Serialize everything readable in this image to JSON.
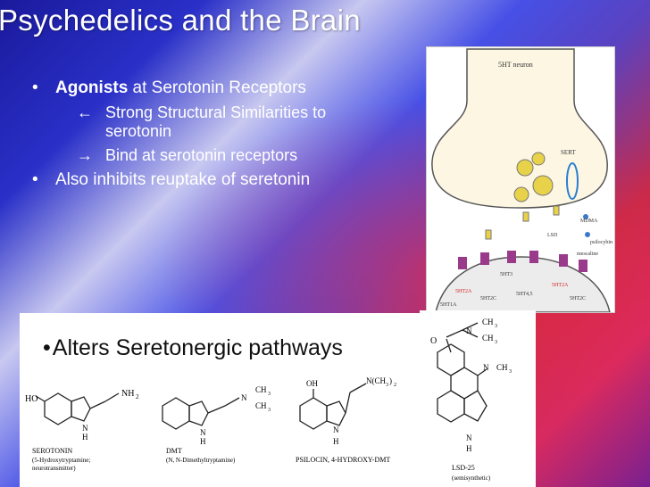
{
  "title": "Psychedelics and the Brain",
  "bullets": {
    "b1_bold": "Agonists",
    "b1_rest": " at Serotonin Receptors",
    "sub1_arrow": "←",
    "sub1": "Strong Structural Similarities to serotonin",
    "sub2_arrow": "→",
    "sub2": "Bind at serotonin receptors",
    "b2": "Also inhibits reuptake of seretonin"
  },
  "panel_bullet": "Alters Seretonergic pathways",
  "synapse_figure": {
    "neuron": "5HT neuron",
    "sert": "SERT",
    "mdma": "MDMA",
    "lsd": "LSD",
    "psilocybin": "psilocybin",
    "mescaline": "mescaline",
    "r_5ht3": "5HT3",
    "r_5ht2a_left": "5HT2A",
    "r_5ht2a_right": "5HT2A",
    "r_5ht2c_left": "5HT2C",
    "r_5ht45": "5HT4,5",
    "r_5ht2c_right": "5HT2C",
    "r_5ht1a": "5HT1A"
  },
  "molecules": {
    "serotonin": {
      "name": "SEROTONIN",
      "sub1": "(5-Hydroxytryptamine;",
      "sub2": "neurotransmitter)",
      "ho": "HO",
      "nh2": "NH",
      "nh2sub": "2",
      "n": "N",
      "h": "H"
    },
    "dmt": {
      "name": "DMT",
      "sub1": "(N, N-Dimethyltryptamine)",
      "ch3a": "CH",
      "ch3b": "CH",
      "sub": "3",
      "n1": "N",
      "n2": "N",
      "h": "H"
    },
    "psilocin": {
      "name": "PSILOCIN, 4-HYDROXY-DMT",
      "oh": "OH",
      "nch3": "N(CH",
      "nch3tail": ")",
      "sub": "3",
      "sub2": "2",
      "n": "N",
      "h": "H"
    },
    "lsd": {
      "name": "LSD-25",
      "sub1": "(semisynthetic)",
      "o": "O",
      "ch3a": "CH",
      "ch3b": "CH",
      "ch3c": "CH",
      "sub": "3",
      "n1": "N",
      "n2": "N",
      "n3": "N",
      "h": "H"
    }
  }
}
